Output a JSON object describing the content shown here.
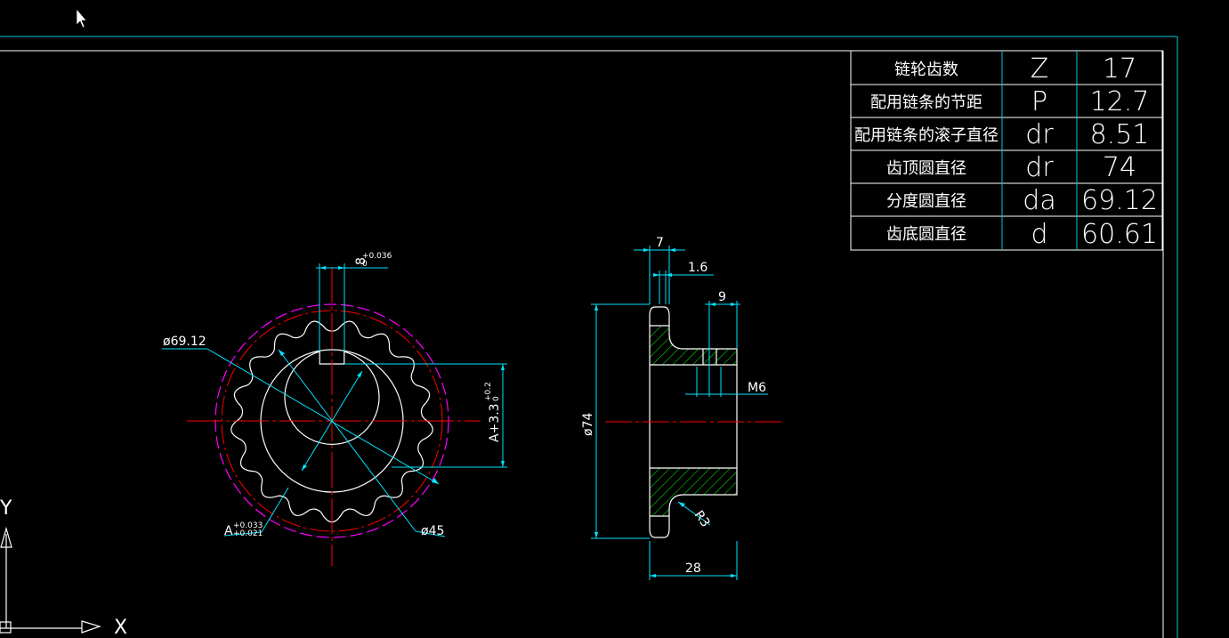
{
  "colors": {
    "background": "#000000",
    "frame": "#00c8d8",
    "outline": "#ffffff",
    "center_line": "#ff0000",
    "pitch_circle": "#ff00ff",
    "dimension": "#00e5ff",
    "hatch": "#00ff00"
  },
  "icons": {
    "cursor": "arrow-cursor-icon",
    "ucs": "ucs-axis-icon"
  },
  "spec_table": {
    "rows": [
      {
        "name": "链轮齿数",
        "symbol": "Z",
        "value": "17"
      },
      {
        "name": "配用链条的节距",
        "symbol": "P",
        "value": "12.7"
      },
      {
        "name": "配用链条的滚子直径",
        "symbol": "dr",
        "value": "8.51"
      },
      {
        "name": "齿顶圆直径",
        "symbol": "dr",
        "value": "74"
      },
      {
        "name": "分度圆直径",
        "symbol": "da",
        "value": "69.12"
      },
      {
        "name": "齿底圆直径",
        "symbol": "d",
        "value": "60.61"
      }
    ]
  },
  "front_view": {
    "pitch_dia_label": "ø69.12",
    "bore_dia_label": "ø45",
    "key_width": "8",
    "key_width_upper_tol": "+0.036",
    "key_width_lower_tol": "0",
    "hub_height_label": "A+3.3",
    "hub_height_upper_tol": "+0.2",
    "hub_height_lower_tol": "0",
    "bore_label": "A",
    "bore_upper_tol": "+0.033",
    "bore_lower_tol": "+0.021"
  },
  "side_view": {
    "tooth_width": "7",
    "chamfer": "1.6",
    "hub_offset": "9",
    "thread": "M6",
    "outer_dia": "ø74",
    "fillet": "R3",
    "total_length": "28"
  },
  "ucs": {
    "x_label": "X",
    "y_label": "Y"
  }
}
